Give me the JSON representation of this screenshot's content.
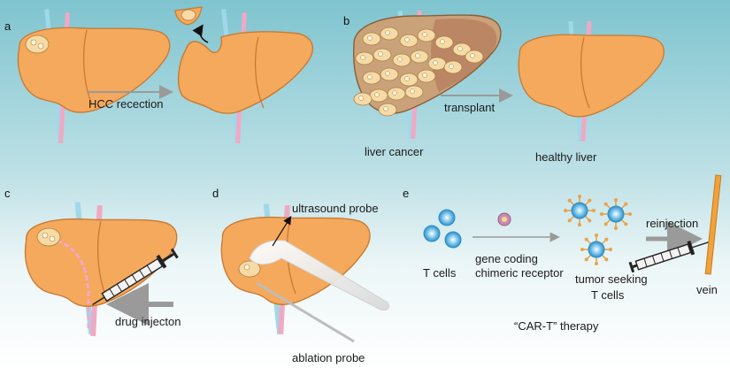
{
  "panels": {
    "a": {
      "letter": "a",
      "label": "HCC recection"
    },
    "b": {
      "letter": "b",
      "arrow_label": "transplant",
      "left_caption": "liver cancer",
      "right_caption": "healthy liver"
    },
    "c": {
      "letter": "c",
      "label": "drug injecton"
    },
    "d": {
      "letter": "d",
      "top_label": "ultrasound probe",
      "bottom_label": "ablation probe"
    },
    "e": {
      "letter": "e",
      "tcells": "T cells",
      "gene_line1": "gene coding",
      "gene_line2": "chimeric receptor",
      "tumor_line1": "tumor seeking",
      "tumor_line2": "T cells",
      "reinjection": "reinjection",
      "vein": "vein",
      "therapy": "“CAR-T” therapy"
    }
  },
  "colors": {
    "liver_fill": "#f5a95c",
    "liver_stroke": "#c77a33",
    "vessel_blue": "#9fd8ea",
    "vessel_pink": "#f0a9c2",
    "tumor": "#f6dba6",
    "arrow_gray": "#9a9a9a",
    "tcell_blue": "#3fa3d8",
    "receptor_orange": "#e8a34a",
    "vein": "#f2a23a"
  }
}
